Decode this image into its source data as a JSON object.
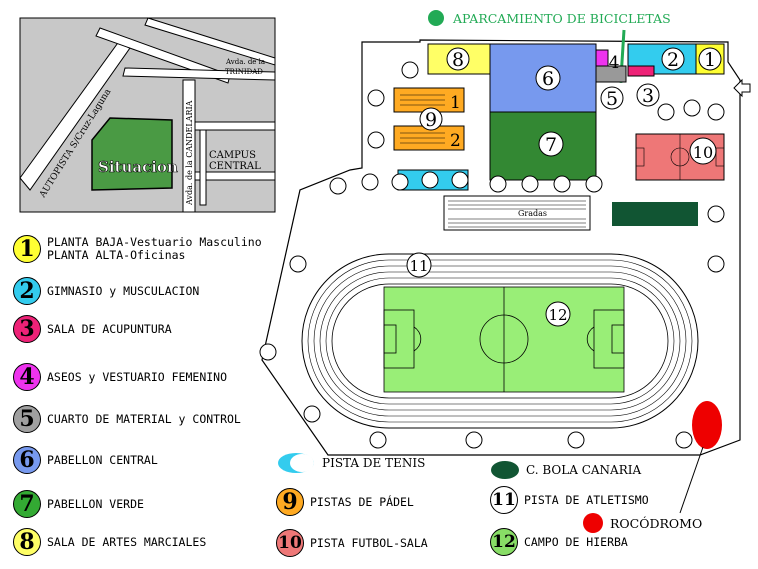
{
  "map": {
    "bike_parking_label": "APARCAMIENTO DE BICICLETAS",
    "gradas_label": "Gradas",
    "rocodromo_label": "ROCÓDROMO",
    "inset": {
      "situacion": "Situacion",
      "autopista": "AUTOPISTA S/Cruz-Laguna",
      "avda_trinidad_1": "Avda. de la",
      "avda_trinidad_2": "TRINIDAD",
      "avda_candelaria": "Avda. de la CANDELARIA",
      "campus_1": "CAMPUS",
      "campus_2": "CENTRAL"
    },
    "building_numbers": {
      "b1": "1",
      "b2": "2",
      "b3": "3",
      "b4": "4",
      "b5": "5",
      "b6": "6",
      "b7": "7",
      "b8": "8",
      "b9": "9",
      "b10": "10",
      "b11": "11",
      "b12": "12",
      "padel_court_1": "1",
      "padel_court_2": "2"
    }
  },
  "legend": [
    {
      "num": "1",
      "color": "#ffff33",
      "lines": [
        "PLANTA BAJA-Vestuario Masculino",
        "PLANTA ALTA-Oficinas"
      ]
    },
    {
      "num": "2",
      "color": "#33ccee",
      "lines": [
        "GIMNASIO y MUSCULACION"
      ]
    },
    {
      "num": "3",
      "color": "#ee2277",
      "lines": [
        "SALA DE ACUPUNTURA"
      ]
    },
    {
      "num": "4",
      "color": "#ee33ee",
      "lines": [
        "ASEOS y VESTUARIO FEMENINO"
      ]
    },
    {
      "num": "5",
      "color": "#a0a0a0",
      "lines": [
        "CUARTO DE MATERIAL y CONTROL"
      ]
    },
    {
      "num": "6",
      "color": "#7799ee",
      "lines": [
        "PABELLON CENTRAL"
      ]
    },
    {
      "num": "7",
      "color": "#33aa33",
      "lines": [
        "PABELLON VERDE"
      ]
    },
    {
      "num": "8",
      "color": "#ffff66",
      "lines": [
        "SALA DE ARTES MARCIALES"
      ]
    }
  ],
  "legend2": [
    {
      "key": "tenis",
      "label": "PISTA DE TENIS"
    },
    {
      "key": "padel",
      "num": "9",
      "color": "#ffaa22",
      "label": "PISTAS DE PÁDEL"
    },
    {
      "key": "futsal",
      "num": "10",
      "color": "#ee7777",
      "label": "PISTA FUTBOL-SALA"
    }
  ],
  "legend3": [
    {
      "key": "bola",
      "label": "C. BOLA CANARIA"
    },
    {
      "key": "atletismo",
      "num": "11",
      "color": "#ffffff",
      "label": "PISTA DE ATLETISMO"
    },
    {
      "key": "rocodromo",
      "label": "ROCÓDROMO"
    },
    {
      "key": "hierba",
      "num": "12",
      "color": "#88dd66",
      "label": "CAMPO DE HIERBA"
    }
  ],
  "colors": {
    "green_bike": "#22aa55",
    "inset_bg": "#c8c8c8",
    "field": "#99ee77",
    "bola": "#115533",
    "rocodromo": "#ee0000"
  }
}
